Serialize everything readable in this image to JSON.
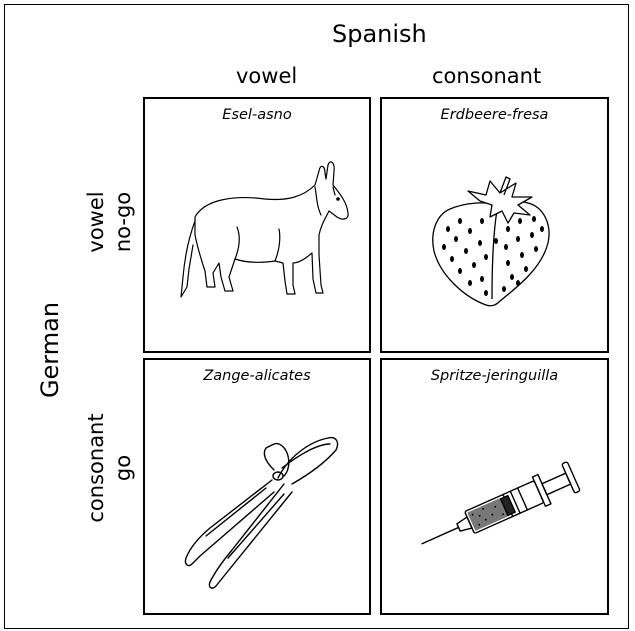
{
  "header": {
    "language_top": "Spanish",
    "col_vowel": "vowel",
    "col_consonant": "consonant"
  },
  "side": {
    "language_left": "German",
    "row1_line1": "vowel",
    "row1_line2": "no-go",
    "row2_line1": "consonant",
    "row2_line2": "go"
  },
  "cells": {
    "top_left": {
      "caption": "Esel-asno",
      "icon": "donkey-icon"
    },
    "top_right": {
      "caption": "Erdbeere-fresa",
      "icon": "strawberry-icon"
    },
    "bottom_left": {
      "caption": "Zange-alicates",
      "icon": "pliers-icon"
    },
    "bottom_right": {
      "caption": "Spritze-jeringuilla",
      "icon": "syringe-icon"
    }
  }
}
